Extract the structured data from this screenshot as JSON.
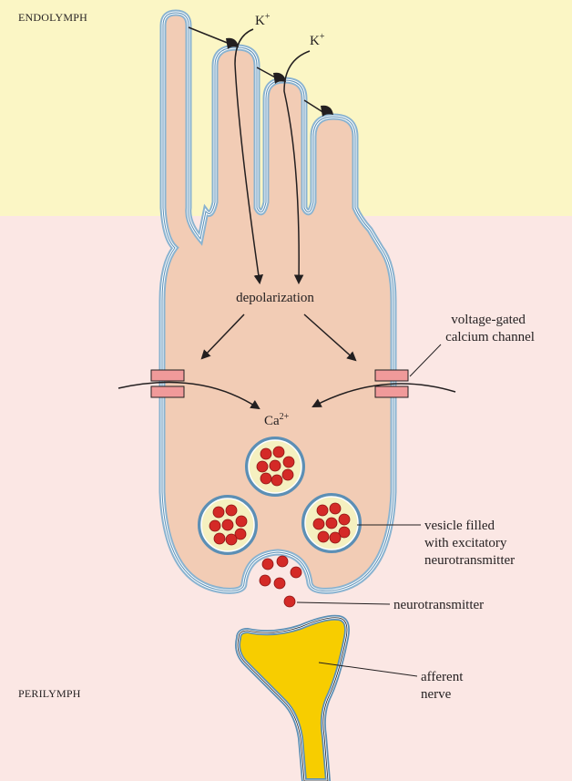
{
  "regions": {
    "top": "ENDOLYMPH",
    "bottom": "PERILYMPH"
  },
  "ions": {
    "potassium": "K",
    "potassium_charge": "+",
    "calcium": "Ca",
    "calcium_charge": "2+"
  },
  "labels": {
    "depolarization": "depolarization",
    "channel": [
      "voltage-gated",
      "calcium channel"
    ],
    "vesicle": [
      "vesicle filled",
      "with excitatory",
      "neurotransmitter"
    ],
    "neurotransmitter": "neurotransmitter",
    "nerve": [
      "afferent",
      "nerve"
    ]
  },
  "colors": {
    "endolymph_bg": "#fbf6c5",
    "perilymph_bg": "#fbe7e4",
    "cell_fill": "#f2ccb5",
    "membrane": "#7aa8c8",
    "vesicle_fill": "#f5f0c0",
    "molecule": "#d42a27",
    "channel": "#f09a9a",
    "nerve": "#f7cd00"
  }
}
